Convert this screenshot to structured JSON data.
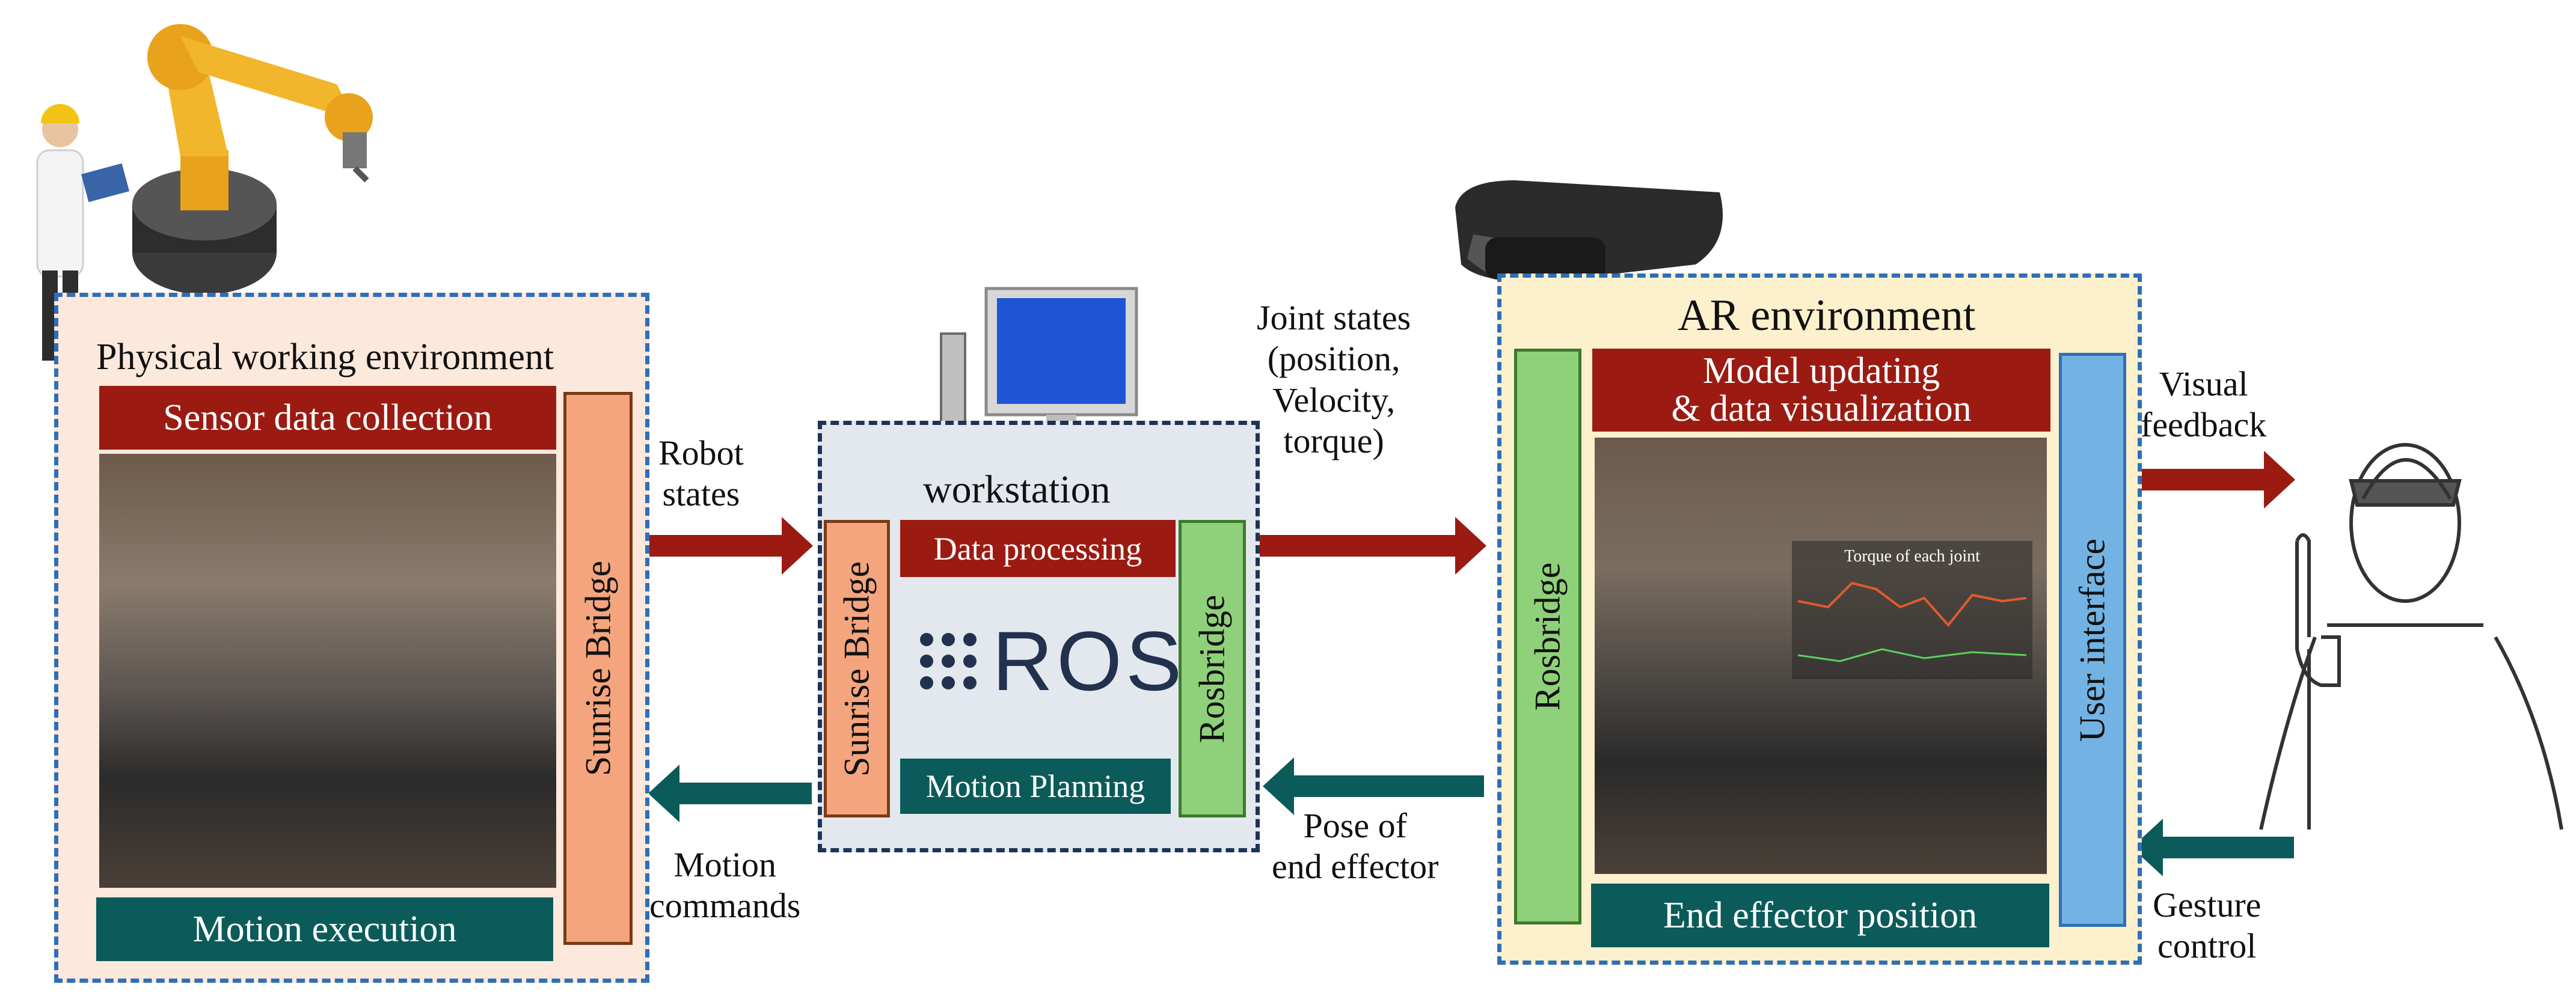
{
  "physical": {
    "title": "Physical working environment",
    "sensor": "Sensor data collection",
    "bridge": "Sunrise Bridge",
    "execution": "Motion execution"
  },
  "workstation": {
    "title": "workstation",
    "bridge": "Sunrise Bridge",
    "processing": "Data processing",
    "ros": "ROS",
    "rosbridge": "Rosbridge",
    "planning": "Motion Planning"
  },
  "ar": {
    "title": "AR environment",
    "rosbridge": "Rosbridge",
    "model_line1": "Model updating",
    "model_line2": "& data visualization",
    "ui": "User interface",
    "endpos": "End effector position",
    "chart_title": "Torque of each joint"
  },
  "arrows": {
    "robot_states": [
      "Robot",
      "states"
    ],
    "motion_commands": [
      "Motion",
      "commands"
    ],
    "joint_states": [
      "Joint states",
      "(position,",
      "Velocity,",
      "torque)"
    ],
    "pose": [
      "Pose of",
      "end effector"
    ],
    "visual": [
      "Visual",
      "feedback"
    ],
    "gesture": [
      "Gesture",
      "control"
    ]
  },
  "colors": {
    "red": "#9b1b12",
    "teal": "#0b5b5a",
    "green": "#8fd17a",
    "orange": "#f4a57e",
    "blue": "#73b3e3",
    "dash": "#2e6fb8"
  }
}
